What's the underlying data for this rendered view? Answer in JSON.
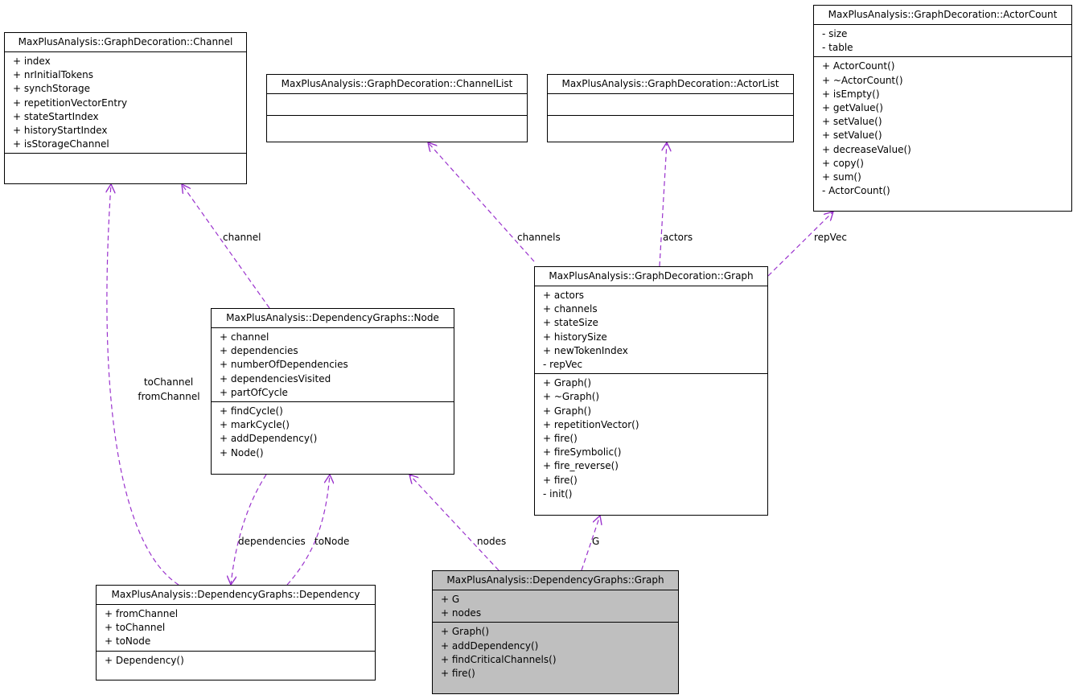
{
  "classes": {
    "channel": {
      "name": "MaxPlusAnalysis::GraphDecoration::Channel",
      "attributes": [
        "+ index",
        "+ nrInitialTokens",
        "+ synchStorage",
        "+ repetitionVectorEntry",
        "+ stateStartIndex",
        "+ historyStartIndex",
        "+ isStorageChannel"
      ],
      "methods": []
    },
    "channel_list": {
      "name": "MaxPlusAnalysis::GraphDecoration::ChannelList",
      "attributes": [],
      "methods": []
    },
    "actor_list": {
      "name": "MaxPlusAnalysis::GraphDecoration::ActorList",
      "attributes": [],
      "methods": []
    },
    "actor_count": {
      "name": "MaxPlusAnalysis::GraphDecoration::ActorCount",
      "attributes": [
        "- size",
        "- table"
      ],
      "methods": [
        "+ ActorCount()",
        "+ ~ActorCount()",
        "+ isEmpty()",
        "+ getValue()",
        "+ setValue()",
        "+ setValue()",
        "+ decreaseValue()",
        "+ copy()",
        "+ sum()",
        "- ActorCount()"
      ]
    },
    "decoration_graph": {
      "name": "MaxPlusAnalysis::GraphDecoration::Graph",
      "attributes": [
        "+ actors",
        "+ channels",
        "+ stateSize",
        "+ historySize",
        "+ newTokenIndex",
        "- repVec"
      ],
      "methods": [
        "+ Graph()",
        "+ ~Graph()",
        "+ Graph()",
        "+ repetitionVector()",
        "+ fire()",
        "+ fireSymbolic()",
        "+ fire_reverse()",
        "+ fire()",
        "- init()"
      ]
    },
    "node": {
      "name": "MaxPlusAnalysis::DependencyGraphs::Node",
      "attributes": [
        "+ channel",
        "+ dependencies",
        "+ numberOfDependencies",
        "+ dependenciesVisited",
        "+ partOfCycle"
      ],
      "methods": [
        "+ findCycle()",
        "+ markCycle()",
        "+ addDependency()",
        "+ Node()"
      ]
    },
    "dependency": {
      "name": "MaxPlusAnalysis::DependencyGraphs::Dependency",
      "attributes": [
        "+ fromChannel",
        "+ toChannel",
        "+ toNode"
      ],
      "methods": [
        "+ Dependency()"
      ]
    },
    "dep_graph": {
      "name": "MaxPlusAnalysis::DependencyGraphs::Graph",
      "attributes": [
        "+ G",
        "+ nodes"
      ],
      "methods": [
        "+ Graph()",
        "+ addDependency()",
        "+ findCriticalChannels()",
        "+ fire()"
      ]
    }
  },
  "edge_labels": {
    "channel": "channel",
    "channels": "channels",
    "actors": "actors",
    "repVec": "repVec",
    "to_from_channel": [
      "toChannel",
      "fromChannel"
    ],
    "dependencies": "dependencies",
    "toNode": "toNode",
    "nodes": "nodes",
    "G": "G"
  },
  "colors": {
    "edge": "#9a32cd",
    "highlight_fill": "#bfbfbf",
    "box_border": "#000000"
  }
}
